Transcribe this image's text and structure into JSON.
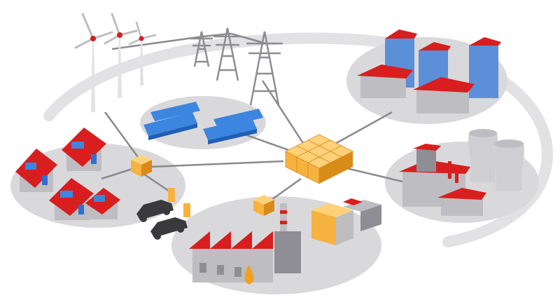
{
  "palette": {
    "ground": "#d9d9dc",
    "ring": "#e2e2e5",
    "roof": "#d81e1e",
    "roof_dark": "#a51414",
    "wall": "#bdbdc2",
    "wall_dark": "#8e8e94",
    "building_blue": "#5b8fd8",
    "window": "#2f6fd0",
    "hub": "#f6b23e",
    "hub_dark": "#d98b18",
    "hub_light": "#ffd27a",
    "panel": "#3d86e0",
    "panel_dark": "#1f5fb5",
    "tower": "#8d8d92",
    "line": "#8a8a8e",
    "cooling": "#cfcfd3",
    "car": "#3a3a3e",
    "flame": "#f0a020"
  },
  "diagram": {
    "type": "smart-grid-network",
    "central_node": "storage-hub",
    "nodes": [
      "wind-farm",
      "power-lines",
      "city-buildings",
      "solar-panels",
      "residential-houses",
      "electric-cars",
      "power-plant",
      "industrial-factory"
    ],
    "connections": [
      [
        "storage-hub",
        "power-lines"
      ],
      [
        "storage-hub",
        "city-buildings"
      ],
      [
        "storage-hub",
        "solar-panels"
      ],
      [
        "storage-hub",
        "residential-hub"
      ],
      [
        "storage-hub",
        "power-plant"
      ],
      [
        "storage-hub",
        "factory-hub"
      ],
      [
        "residential-hub",
        "wind-farm"
      ],
      [
        "residential-hub",
        "residential-houses"
      ],
      [
        "residential-hub",
        "electric-cars"
      ]
    ]
  }
}
